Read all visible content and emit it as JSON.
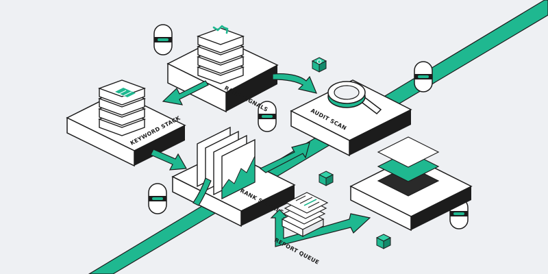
{
  "labels": {
    "rank_signals_top": "RANK SIGNALS",
    "keyword_stack": "KEYWORD STACK",
    "audit_scan": "AUDIT SCAN",
    "rank_signals_mid": "RANK SIGNALS",
    "report_queue": "REPORT QUEUE"
  },
  "colors": {
    "accent": "#1fb890",
    "background": "#eef0f3",
    "outline": "#1c1c1c",
    "platform_top": "#ffffff",
    "platform_side": "#1c1c1c",
    "dark_plate": "#2a2a2a"
  },
  "icons": [
    "trend-up-icon",
    "magnifier-icon",
    "refresh-icon",
    "stacked-pages-icon",
    "capsule-icon"
  ]
}
